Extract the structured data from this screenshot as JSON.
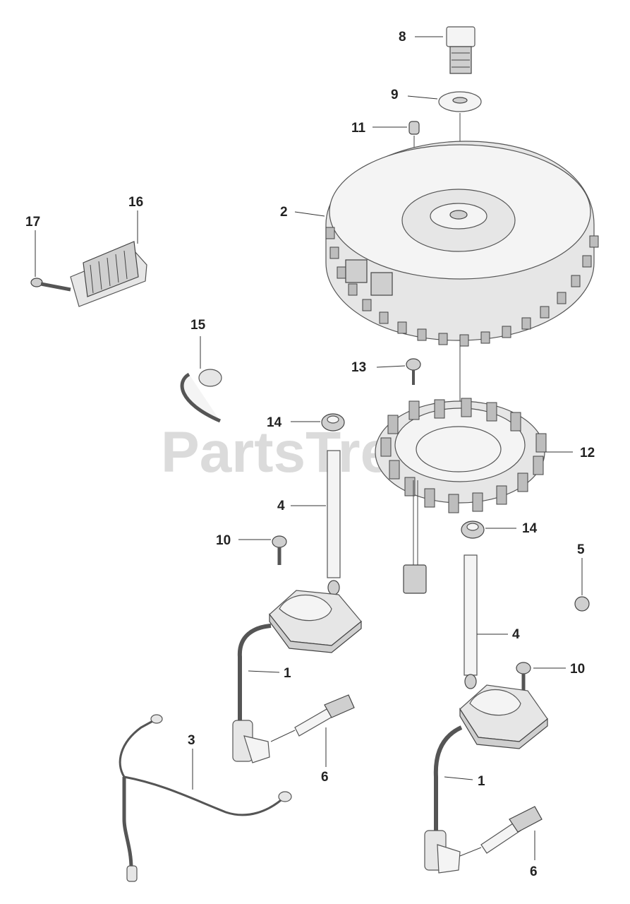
{
  "watermark": "PartsTree",
  "callouts": {
    "c1a": "1",
    "c1b": "1",
    "c2": "2",
    "c3": "3",
    "c4a": "4",
    "c4b": "4",
    "c5": "5",
    "c6a": "6",
    "c6b": "6",
    "c8": "8",
    "c9": "9",
    "c10a": "10",
    "c10b": "10",
    "c11": "11",
    "c12": "12",
    "c13": "13",
    "c14a": "14",
    "c14b": "14",
    "c15": "15",
    "c16": "16",
    "c17": "17"
  }
}
